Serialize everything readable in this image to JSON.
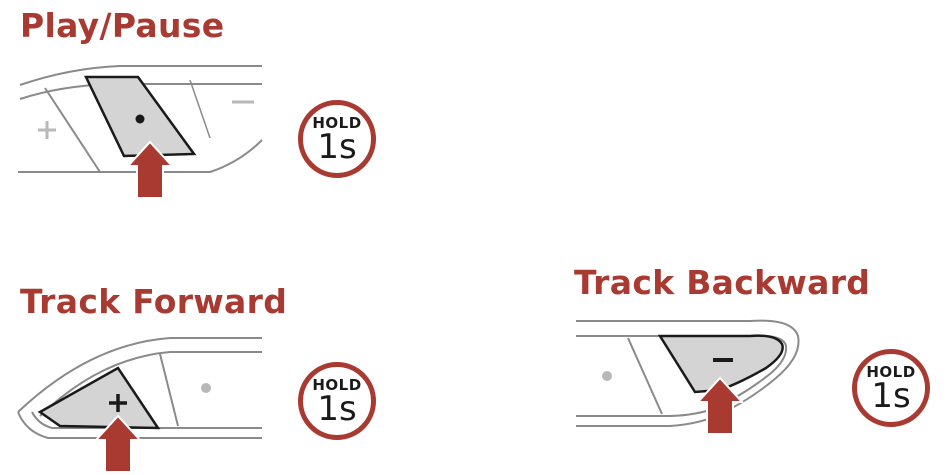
{
  "colors": {
    "accent": "#a83a32",
    "button_fill": "#d4d4d4",
    "outline": "#8a8a8a"
  },
  "panels": [
    {
      "id": "play-pause",
      "title": "Play/Pause",
      "pressed_button": "center",
      "hold": {
        "label": "HOLD",
        "duration": "1s"
      }
    },
    {
      "id": "track-forward",
      "title": "Track Forward",
      "pressed_button": "plus",
      "hold": {
        "label": "HOLD",
        "duration": "1s"
      }
    },
    {
      "id": "track-backward",
      "title": "Track Backward",
      "pressed_button": "minus",
      "hold": {
        "label": "HOLD",
        "duration": "1s"
      }
    }
  ],
  "icons": [
    "plus-icon",
    "center-dot-icon",
    "minus-icon",
    "press-arrow-icon"
  ],
  "glyphs": {
    "plus": "+",
    "minus": "−",
    "dot": "•"
  }
}
